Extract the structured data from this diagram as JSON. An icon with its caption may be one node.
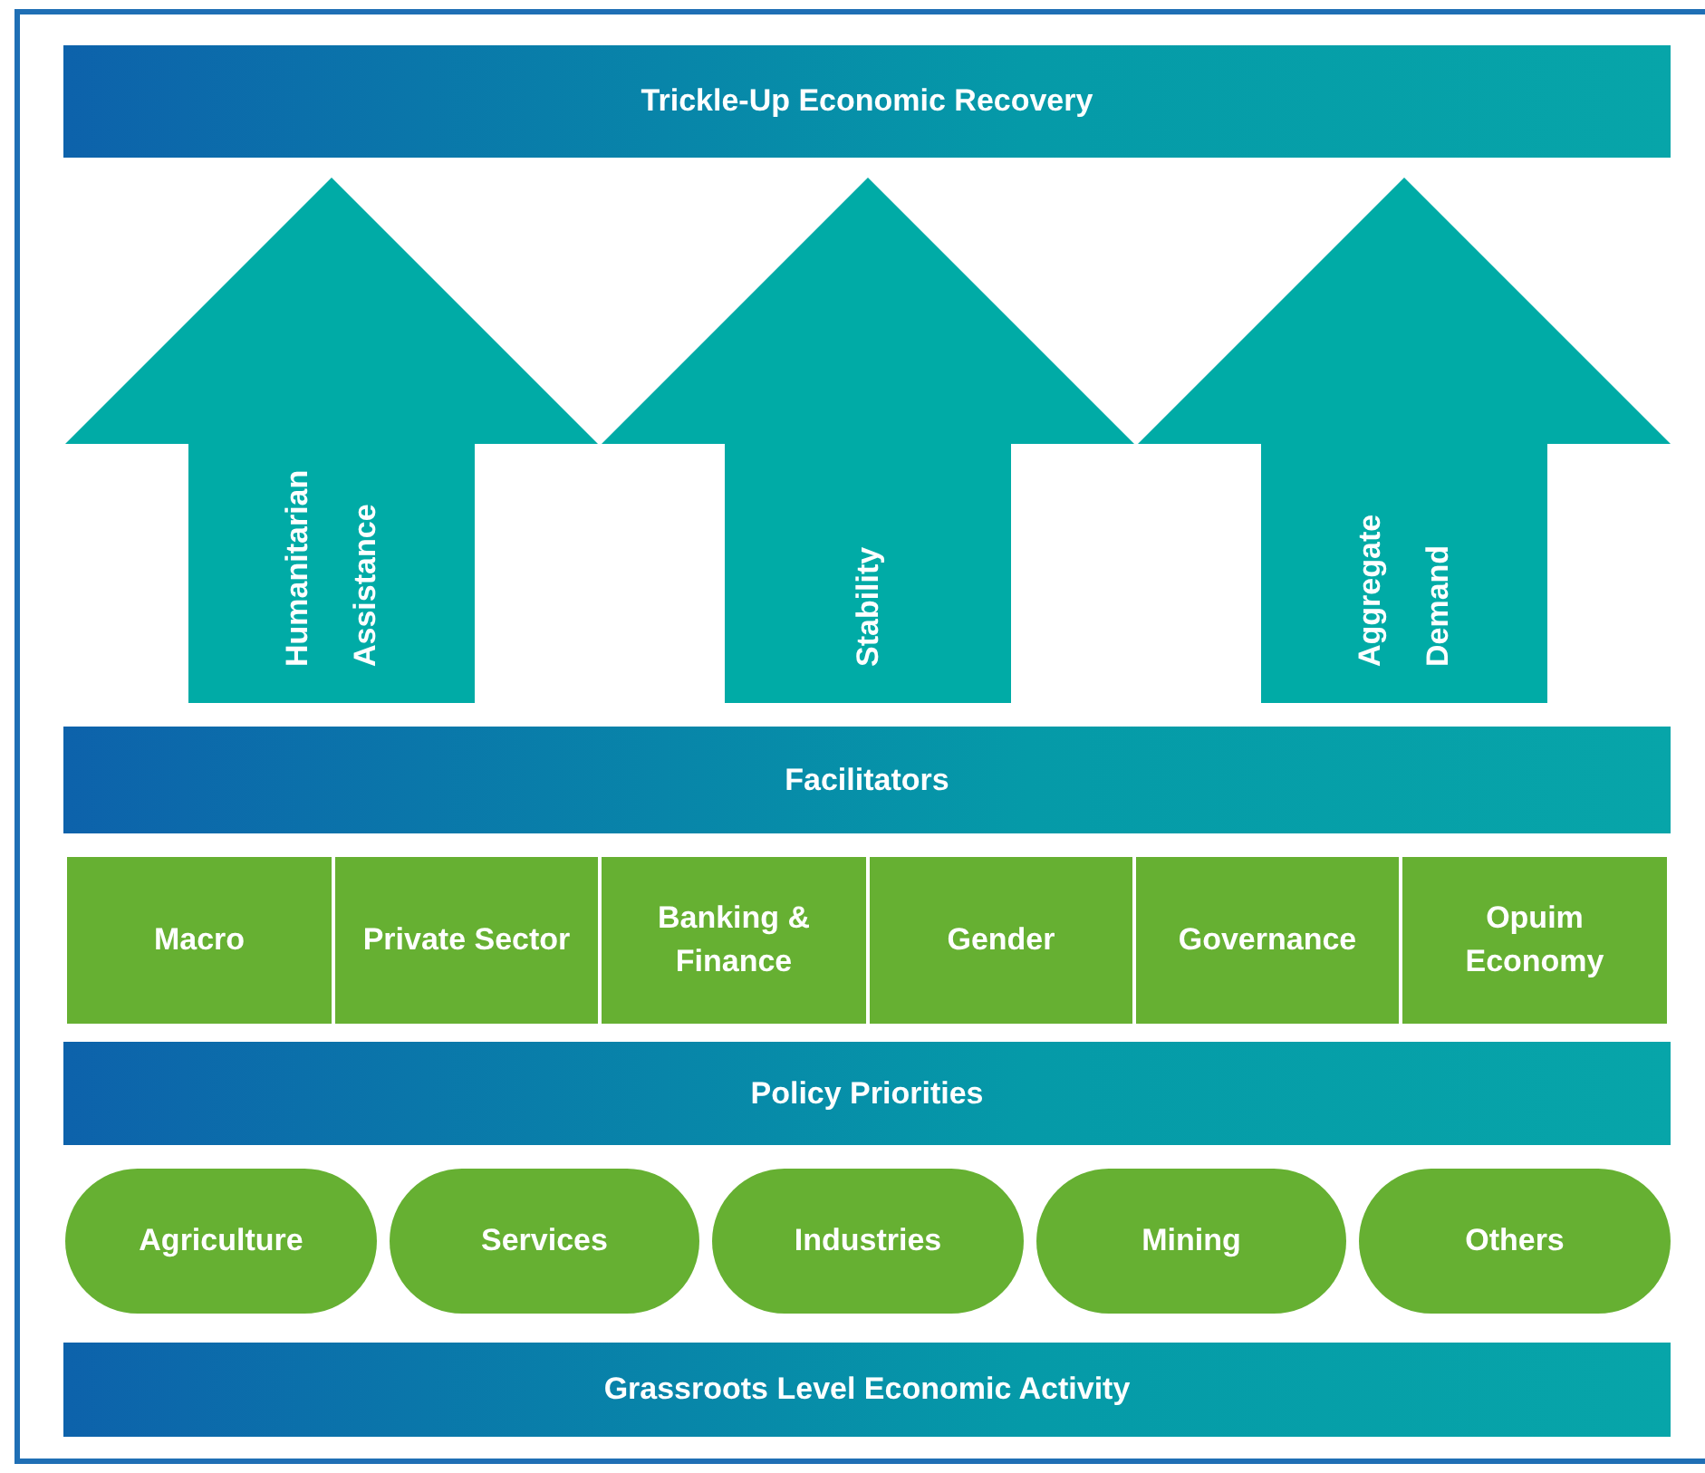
{
  "diagram": {
    "nodes": [
      {
        "text": [
          "Trickle-Up Economic Recovery"
        ]
      },
      {
        "text": [
          "Humanitarian Assistance"
        ]
      },
      {
        "text": [
          "Stability"
        ]
      },
      {
        "text": [
          "Aggregate Demand"
        ]
      },
      {
        "text": [
          "Facilitators"
        ]
      },
      {
        "text": [
          "Macro"
        ]
      },
      {
        "text": [
          "Private Sector"
        ]
      },
      {
        "text": [
          "Banking & Finance"
        ]
      },
      {
        "text": [
          "Gender"
        ]
      },
      {
        "text": [
          "Governance"
        ]
      },
      {
        "text": [
          "Opuim Economy"
        ]
      },
      {
        "text": [
          "Policy Priorities"
        ]
      },
      {
        "text": [
          "Agriculture"
        ]
      },
      {
        "text": [
          "Services"
        ]
      },
      {
        "text": [
          "Industries"
        ]
      },
      {
        "text": [
          "Mining"
        ]
      },
      {
        "text": [
          "Others"
        ]
      },
      {
        "text": [
          "Grassroots Level Economic Activity"
        ]
      }
    ]
  }
}
